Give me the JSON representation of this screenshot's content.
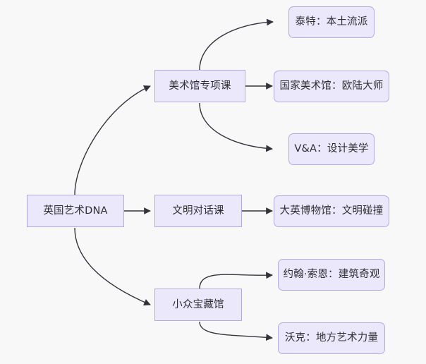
{
  "diagram": {
    "type": "mindmap-flowchart",
    "direction": "left-to-right",
    "background_color": "#f8f8f9",
    "node_fill_color": "#ebe8fb",
    "node_border_color": "#b5a8e6",
    "node_text_color": "#2f2f33",
    "edge_color": "#33333a",
    "root": {
      "id": "root",
      "label": "英国艺术DNA"
    },
    "branches": [
      {
        "id": "branch-art-museum",
        "label": "美术馆专项课",
        "leaves": [
          {
            "id": "leaf-tate",
            "label": "泰特：本土流派"
          },
          {
            "id": "leaf-national-gallery",
            "label": "国家美术馆：欧陆大师"
          },
          {
            "id": "leaf-va",
            "label": "V&A：设计美学"
          }
        ]
      },
      {
        "id": "branch-civilization",
        "label": "文明对话课",
        "leaves": [
          {
            "id": "leaf-british-museum",
            "label": "大英博物馆：文明碰撞"
          }
        ]
      },
      {
        "id": "branch-hidden-gems",
        "label": "小众宝藏馆",
        "leaves": [
          {
            "id": "leaf-soane",
            "label": "约翰·索恩：建筑奇观"
          },
          {
            "id": "leaf-walker",
            "label": "沃克：地方艺术力量"
          }
        ]
      }
    ]
  }
}
